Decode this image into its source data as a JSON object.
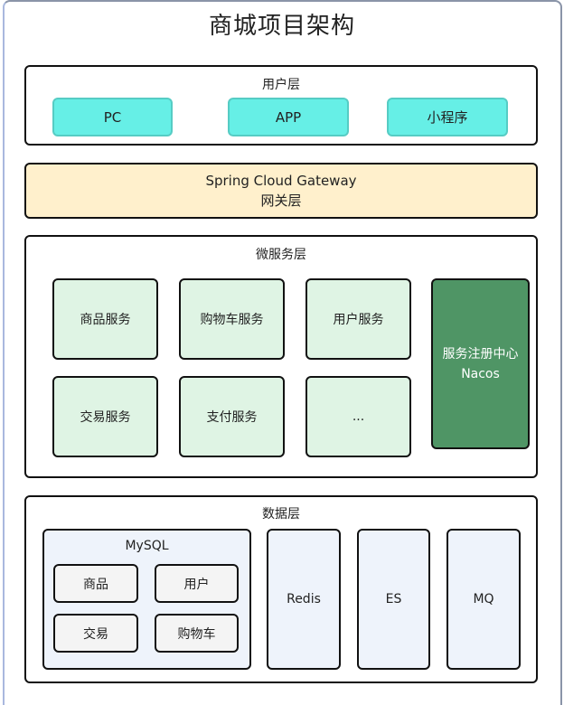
{
  "title": "商城项目架构",
  "user_layer": {
    "label": "用户层",
    "clients": [
      "PC",
      "APP",
      "小程序"
    ],
    "client_color": "#66efe6"
  },
  "gateway_layer": {
    "line1": "Spring Cloud Gateway",
    "line2": "网关层",
    "color": "#fff0cc"
  },
  "microservice_layer": {
    "label": "微服务层",
    "services": [
      "商品服务",
      "购物车服务",
      "用户服务",
      "交易服务",
      "支付服务",
      "..."
    ],
    "service_color": "#dff4e4",
    "registry": {
      "line1": "服务注册中心",
      "line2": "Nacos",
      "color": "#4f9565"
    }
  },
  "data_layer": {
    "label": "数据层",
    "mysql": {
      "label": "MySQL",
      "tables": [
        "商品",
        "用户",
        "交易",
        "购物车"
      ]
    },
    "stores": [
      "Redis",
      "ES",
      "MQ"
    ],
    "store_color": "#eef3fb"
  }
}
